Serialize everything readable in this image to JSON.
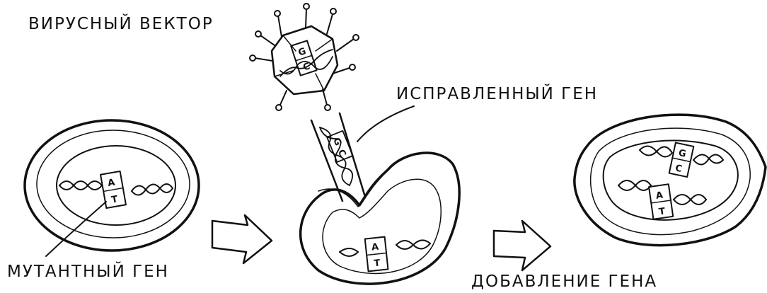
{
  "labels": {
    "viral_vector": "ВИРУСНЫЙ ВЕКТОР",
    "corrected_gene": "ИСПРАВЛЕННЫЙ ГЕН",
    "mutant_gene": "МУТАНТНЫЙ ГЕН",
    "gene_addition": "ДОБАВЛЕНИЕ ГЕНА"
  },
  "base_pairs": {
    "mutant": [
      "A",
      "T"
    ],
    "corrected": [
      "G",
      "C"
    ],
    "inserted_strand": [
      "G",
      "C"
    ]
  }
}
